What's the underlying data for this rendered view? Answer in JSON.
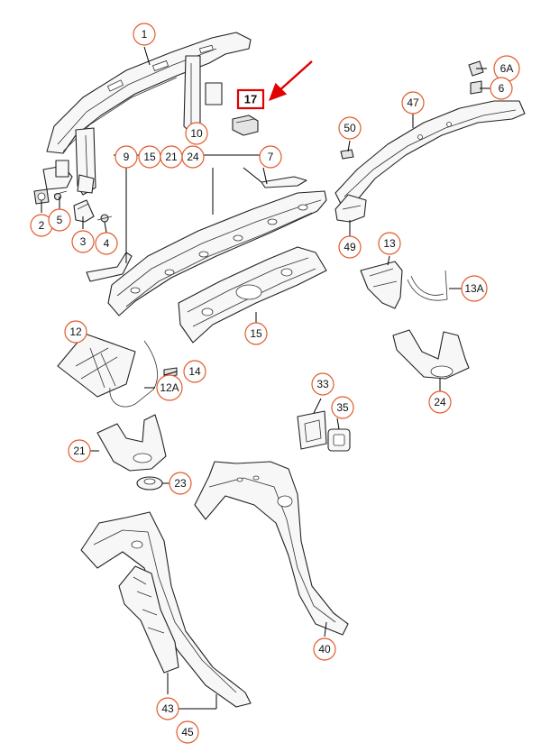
{
  "callouts": {
    "c1": "1",
    "c2": "2",
    "c3": "3",
    "c4": "4",
    "c5": "5",
    "c6": "6",
    "c6a": "6A",
    "c7": "7",
    "c9": "9",
    "c10": "10",
    "c12": "12",
    "c12a": "12A",
    "c13": "13",
    "c13a": "13A",
    "c14": "14",
    "c15a": "15",
    "c15b": "15",
    "c21a": "21",
    "c21b": "21",
    "c23": "23",
    "c24a": "24",
    "c24b": "24",
    "c33": "33",
    "c35": "35",
    "c40": "40",
    "c43": "43",
    "c45": "45",
    "c47": "47",
    "c49": "49",
    "c50": "50"
  },
  "highlight": {
    "label": "17",
    "color": "#e00000"
  },
  "colors": {
    "callout_ring": "#e25a2b",
    "highlight": "#e00000",
    "line": "#222222"
  }
}
